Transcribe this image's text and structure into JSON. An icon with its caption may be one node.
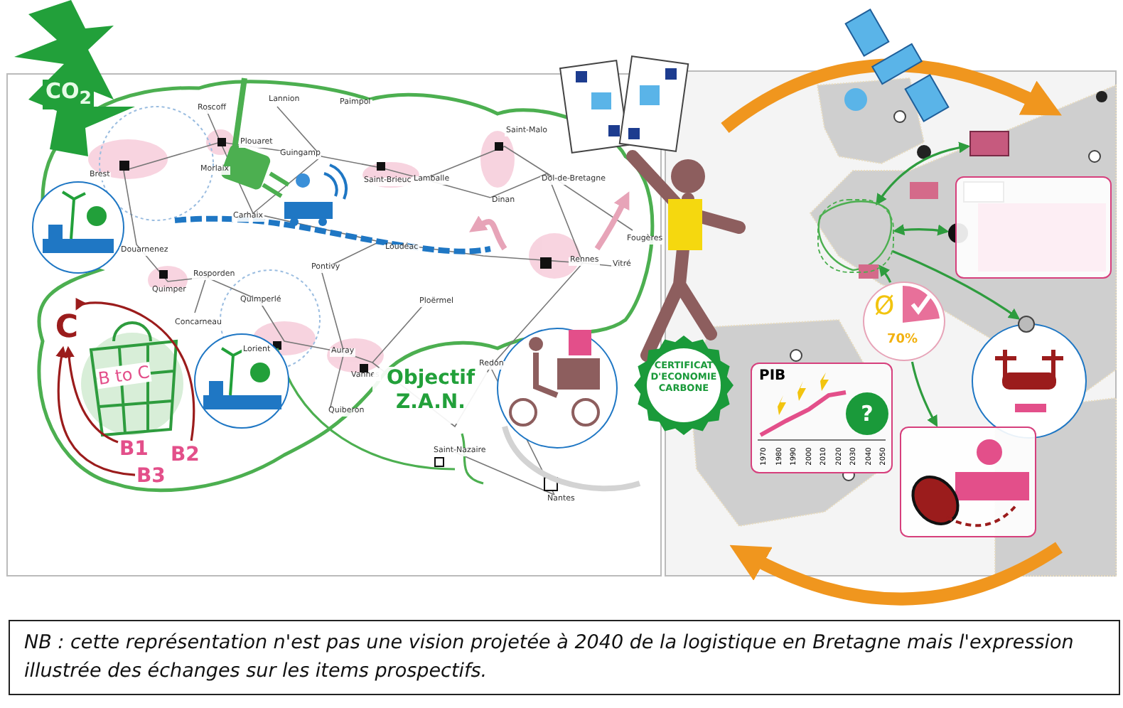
{
  "diagram": {
    "caption": "NB : cette représentation n'est pas une vision projetée à 2040 de la logistique en Bretagne mais l'expression illustrée des échanges sur les items prospectifs.",
    "nodes": [
      {
        "text": [
          "C"
        ]
      },
      {
        "text": [
          "B to C"
        ]
      },
      {
        "text": [
          "B1"
        ]
      },
      {
        "text": [
          "B2"
        ]
      },
      {
        "text": [
          "B3"
        ]
      },
      {
        "text": [
          "Objectif Z.A.N."
        ]
      },
      {
        "text": [
          "CERTIFICAT D'ECONOMIE CARBONE"
        ]
      },
      {
        "text": [
          "PIB"
        ]
      },
      {
        "text": [
          "?"
        ],
        "in": 7
      },
      {
        "text": [
          "Ø",
          "70%"
        ]
      },
      {
        "text": [],
        "shape": "picture"
      },
      {
        "text": [],
        "shape": "box"
      },
      {
        "text": [],
        "shape": "circle"
      },
      {
        "text": [],
        "shape": "box"
      },
      {
        "text": [],
        "shape": "circle"
      },
      {
        "text": [],
        "shape": "box"
      }
    ],
    "edges": [
      {
        "from": 2,
        "to": 0,
        "arrow": "to",
        "color": "#9b1c1c"
      },
      {
        "from": 3,
        "to": 0,
        "arrow": "to",
        "color": "#9b1c1c"
      },
      {
        "from": 4,
        "to": 0,
        "arrow": "to",
        "color": "#9b1c1c"
      },
      {
        "from": 10,
        "to": 11,
        "arrow": "both"
      },
      {
        "from": 10,
        "to": 12,
        "arrow": "both"
      },
      {
        "from": 9,
        "to": 10,
        "arrow": "to"
      },
      {
        "from": 10,
        "to": 14,
        "arrow": "to"
      },
      {
        "from": 9,
        "to": 15,
        "arrow": "to"
      }
    ],
    "labels": [
      "CO$_{2}$",
      "Roscoff",
      "Lannion",
      "Paimpol",
      "Plouaret",
      "Saint-Malo",
      "Morlaix",
      "Guingamp",
      "Brest",
      "Saint-Brieuc",
      "Lamballe",
      "Dol-de-Bretagne",
      "Dinan",
      "Carhaix",
      "Fougères",
      "Loudéac",
      "Douarnenez",
      "Rennes",
      "Vitré",
      "Pontivy",
      "Quimper",
      "Rosporden",
      "Quimperlé",
      "Concarneau",
      "Ploërmel",
      "Lorient",
      "Auray",
      "Vannes",
      "Redon",
      "Quiberon",
      "Saint-Nazaire",
      "Nantes",
      "1970",
      "1980",
      "1990",
      "2000",
      "2010",
      "2020",
      "2030",
      "2040",
      "2050"
    ]
  }
}
